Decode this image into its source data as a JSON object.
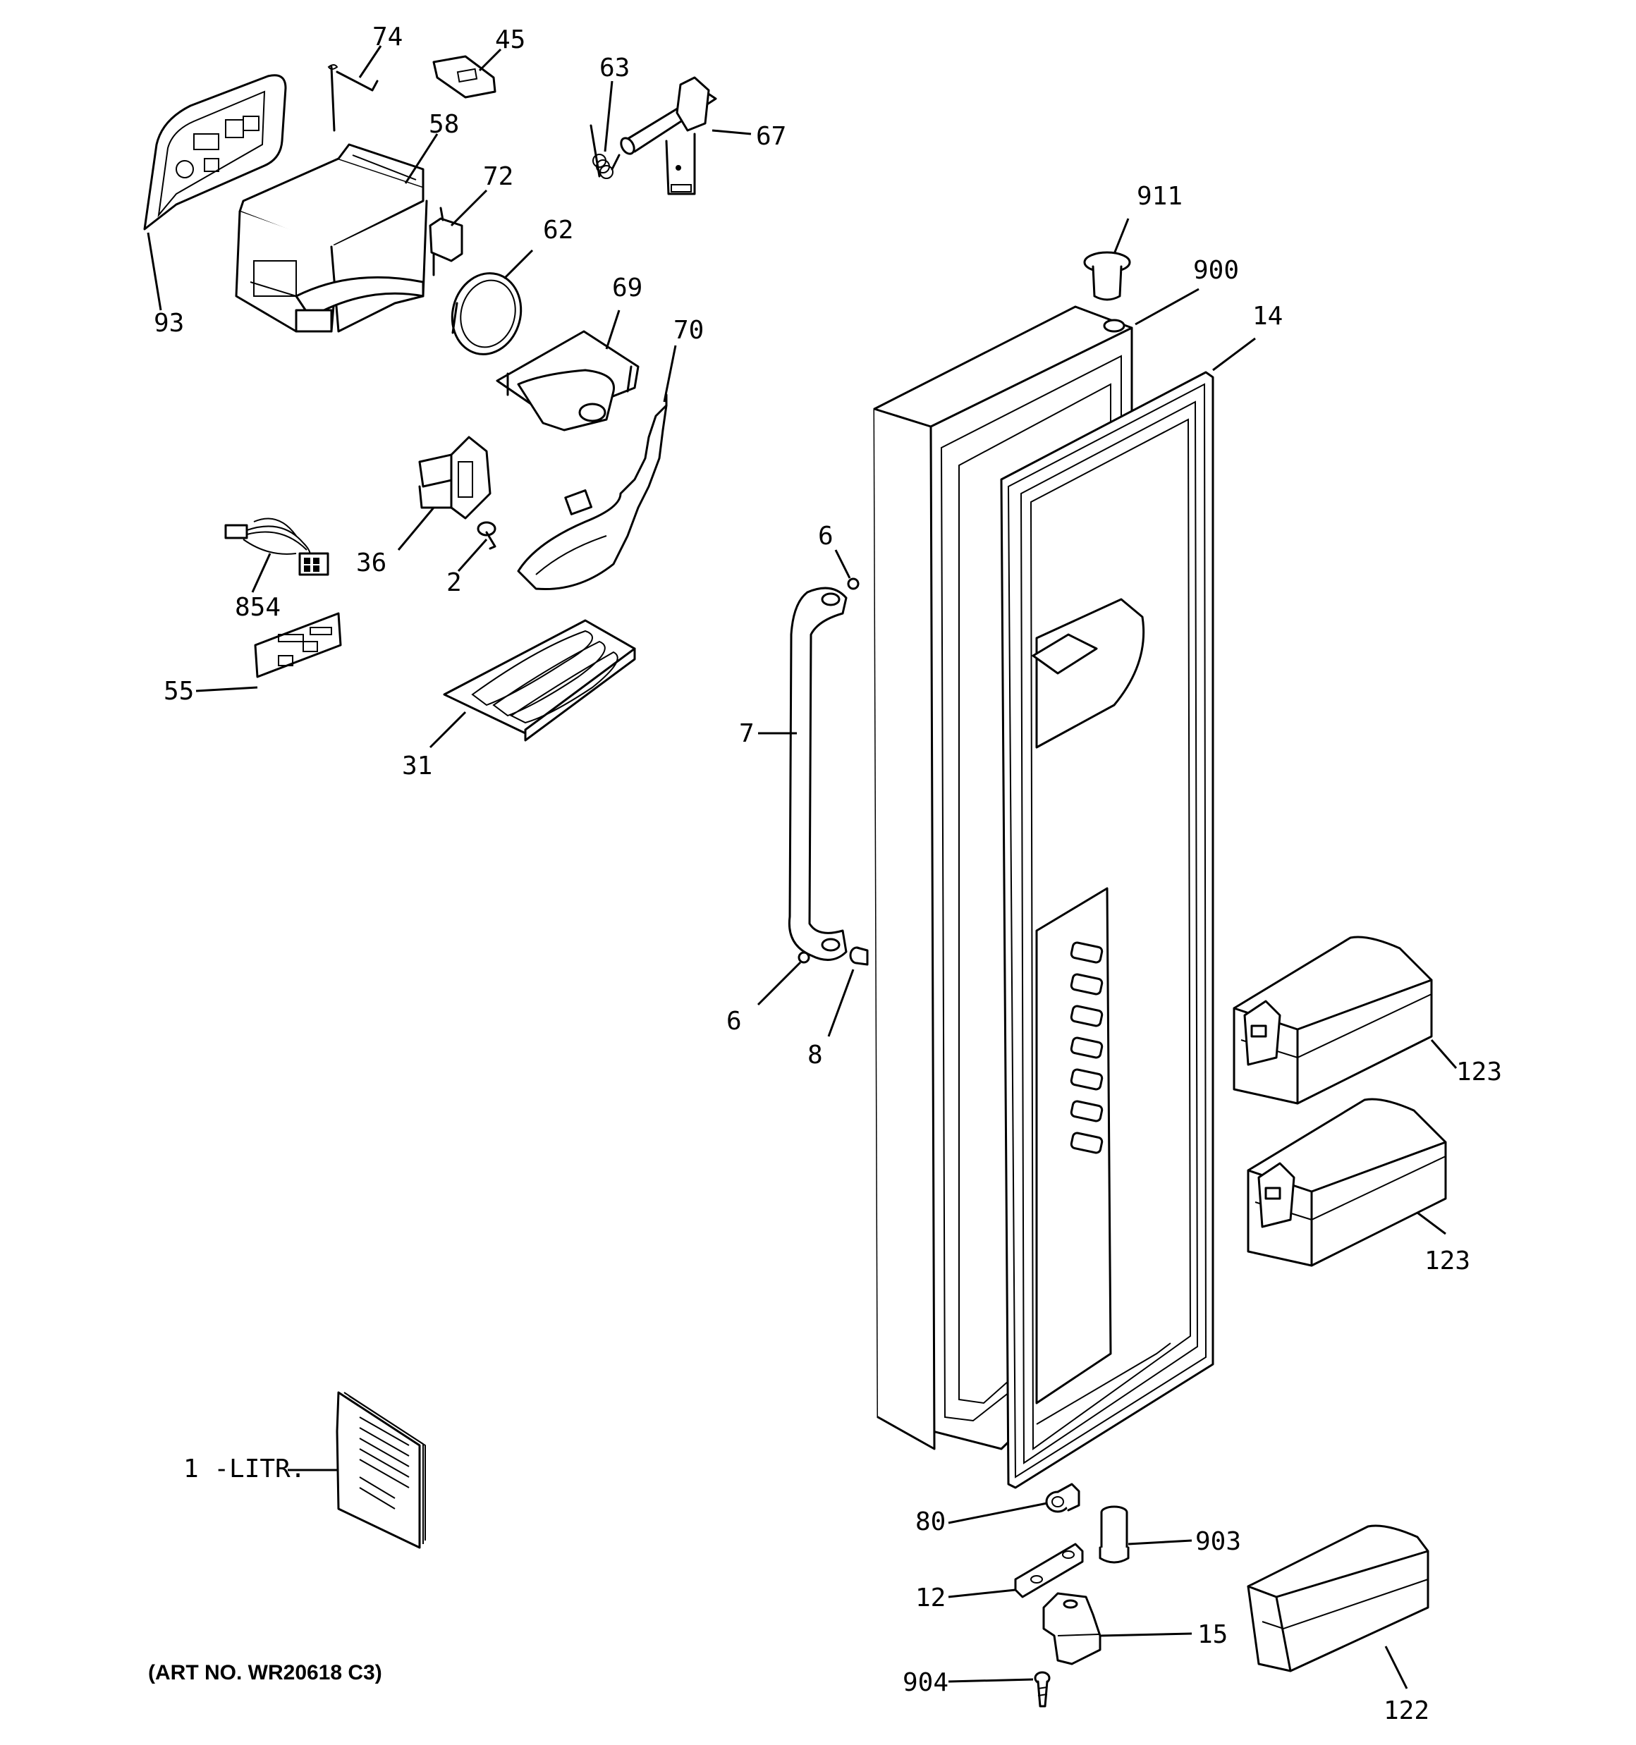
{
  "art_number": "(ART NO. WR20618 C3)",
  "callouts": [
    {
      "id": "74",
      "label": "74"
    },
    {
      "id": "45",
      "label": "45"
    },
    {
      "id": "63",
      "label": "63"
    },
    {
      "id": "67",
      "label": "67"
    },
    {
      "id": "58",
      "label": "58"
    },
    {
      "id": "72",
      "label": "72"
    },
    {
      "id": "62",
      "label": "62"
    },
    {
      "id": "93",
      "label": "93"
    },
    {
      "id": "69",
      "label": "69"
    },
    {
      "id": "70",
      "label": "70"
    },
    {
      "id": "36",
      "label": "36"
    },
    {
      "id": "2",
      "label": "2"
    },
    {
      "id": "854",
      "label": "854"
    },
    {
      "id": "55",
      "label": "55"
    },
    {
      "id": "31",
      "label": "31"
    },
    {
      "id": "911",
      "label": "911"
    },
    {
      "id": "900",
      "label": "900"
    },
    {
      "id": "14",
      "label": "14"
    },
    {
      "id": "6a",
      "label": "6"
    },
    {
      "id": "7",
      "label": "7"
    },
    {
      "id": "6b",
      "label": "6"
    },
    {
      "id": "8",
      "label": "8"
    },
    {
      "id": "123a",
      "label": "123"
    },
    {
      "id": "123b",
      "label": "123"
    },
    {
      "id": "1-litr",
      "label": "1 -LITR."
    },
    {
      "id": "80",
      "label": "80"
    },
    {
      "id": "903",
      "label": "903"
    },
    {
      "id": "12",
      "label": "12"
    },
    {
      "id": "15",
      "label": "15"
    },
    {
      "id": "904",
      "label": "904"
    },
    {
      "id": "122",
      "label": "122"
    }
  ]
}
